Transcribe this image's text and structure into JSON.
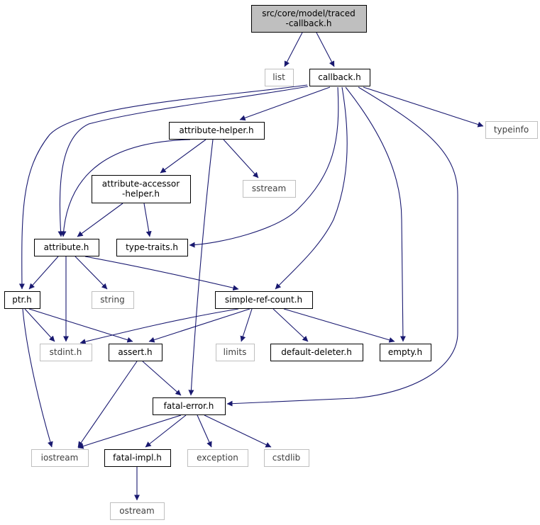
{
  "colors": {
    "edge": "#191970",
    "box_border": "#000000",
    "ext_border": "#bfbfbf",
    "root_fill": "#bfbfbf",
    "box_fill": "#ffffff"
  },
  "nodes": {
    "root": {
      "lines": [
        "src/core/model/traced",
        "-callback.h"
      ],
      "kind": "root"
    },
    "list": {
      "lines": [
        "list"
      ],
      "kind": "ext"
    },
    "callback": {
      "lines": [
        "callback.h"
      ],
      "kind": "box"
    },
    "typeinfo": {
      "lines": [
        "typeinfo"
      ],
      "kind": "ext"
    },
    "attribute_helper": {
      "lines": [
        "attribute-helper.h"
      ],
      "kind": "box"
    },
    "attribute_accessor_helper": {
      "lines": [
        "attribute-accessor",
        "-helper.h"
      ],
      "kind": "box"
    },
    "sstream": {
      "lines": [
        "sstream"
      ],
      "kind": "ext"
    },
    "attribute": {
      "lines": [
        "attribute.h"
      ],
      "kind": "box"
    },
    "type_traits": {
      "lines": [
        "type-traits.h"
      ],
      "kind": "box"
    },
    "ptr": {
      "lines": [
        "ptr.h"
      ],
      "kind": "box"
    },
    "string": {
      "lines": [
        "string"
      ],
      "kind": "ext"
    },
    "simple_ref_count": {
      "lines": [
        "simple-ref-count.h"
      ],
      "kind": "box"
    },
    "stdint": {
      "lines": [
        "stdint.h"
      ],
      "kind": "ext"
    },
    "assert": {
      "lines": [
        "assert.h"
      ],
      "kind": "box"
    },
    "limits": {
      "lines": [
        "limits"
      ],
      "kind": "ext"
    },
    "default_deleter": {
      "lines": [
        "default-deleter.h"
      ],
      "kind": "box"
    },
    "empty": {
      "lines": [
        "empty.h"
      ],
      "kind": "box"
    },
    "fatal_error": {
      "lines": [
        "fatal-error.h"
      ],
      "kind": "box"
    },
    "iostream": {
      "lines": [
        "iostream"
      ],
      "kind": "ext"
    },
    "fatal_impl": {
      "lines": [
        "fatal-impl.h"
      ],
      "kind": "box"
    },
    "exception": {
      "lines": [
        "exception"
      ],
      "kind": "ext"
    },
    "cstdlib": {
      "lines": [
        "cstdlib"
      ],
      "kind": "ext"
    },
    "ostream": {
      "lines": [
        "ostream"
      ],
      "kind": "ext"
    }
  },
  "edges": [
    [
      "root",
      "list"
    ],
    [
      "root",
      "callback"
    ],
    [
      "callback",
      "ptr"
    ],
    [
      "callback",
      "attribute"
    ],
    [
      "callback",
      "attribute_helper"
    ],
    [
      "callback",
      "type_traits"
    ],
    [
      "callback",
      "simple_ref_count"
    ],
    [
      "callback",
      "typeinfo"
    ],
    [
      "callback",
      "empty"
    ],
    [
      "callback",
      "fatal_error"
    ],
    [
      "attribute_helper",
      "attribute"
    ],
    [
      "attribute_helper",
      "attribute_accessor_helper"
    ],
    [
      "attribute_helper",
      "sstream"
    ],
    [
      "attribute_helper",
      "fatal_error"
    ],
    [
      "attribute_accessor_helper",
      "attribute"
    ],
    [
      "attribute_accessor_helper",
      "type_traits"
    ],
    [
      "attribute",
      "ptr"
    ],
    [
      "attribute",
      "stdint"
    ],
    [
      "attribute",
      "string"
    ],
    [
      "attribute",
      "simple_ref_count"
    ],
    [
      "ptr",
      "stdint"
    ],
    [
      "ptr",
      "assert"
    ],
    [
      "ptr",
      "iostream"
    ],
    [
      "simple_ref_count",
      "stdint"
    ],
    [
      "simple_ref_count",
      "assert"
    ],
    [
      "simple_ref_count",
      "limits"
    ],
    [
      "simple_ref_count",
      "default_deleter"
    ],
    [
      "simple_ref_count",
      "empty"
    ],
    [
      "assert",
      "fatal_error"
    ],
    [
      "assert",
      "iostream"
    ],
    [
      "fatal_error",
      "iostream"
    ],
    [
      "fatal_error",
      "fatal_impl"
    ],
    [
      "fatal_error",
      "exception"
    ],
    [
      "fatal_error",
      "cstdlib"
    ],
    [
      "fatal_impl",
      "ostream"
    ]
  ]
}
